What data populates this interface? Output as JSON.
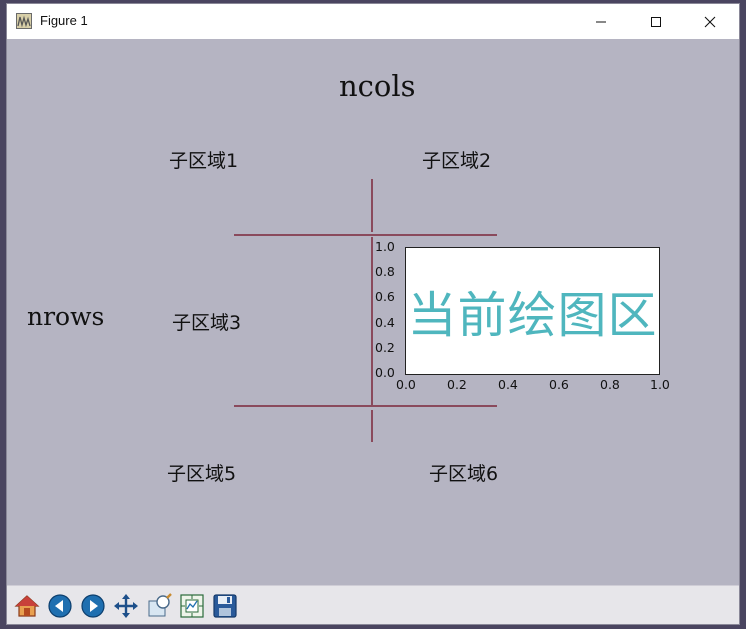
{
  "window": {
    "title": "Figure 1"
  },
  "figure": {
    "ncols_label": "ncols",
    "nrows_label": "nrows",
    "regions": [
      "子区域1",
      "子区域2",
      "子区域3",
      "子区域5",
      "子区域6"
    ],
    "current_axes_label": "当前绘图区",
    "x_ticks": [
      "0.0",
      "0.2",
      "0.4",
      "0.6",
      "0.8",
      "1.0"
    ],
    "y_ticks": [
      "1.0",
      "0.8",
      "0.6",
      "0.4",
      "0.2",
      "0.0"
    ],
    "xlim": [
      0.0,
      1.0
    ],
    "ylim": [
      0.0,
      1.0
    ]
  },
  "colors": {
    "canvas_bg": "#b5b4c2",
    "grid_lines": "#8a4a5c",
    "axes_label": "#4fb6be"
  },
  "toolbar": {
    "buttons": [
      "home-icon",
      "back-icon",
      "forward-icon",
      "pan-icon",
      "zoom-icon",
      "configure-subplots-icon",
      "save-icon"
    ]
  }
}
